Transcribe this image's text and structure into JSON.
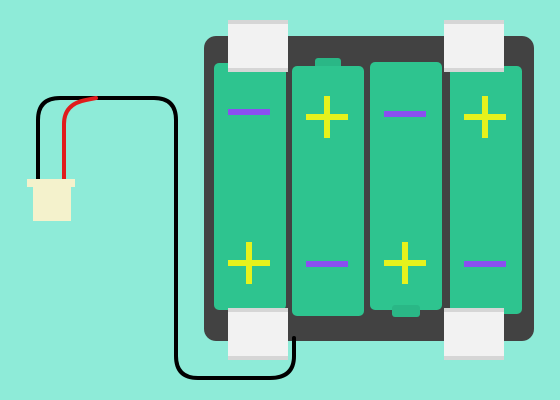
{
  "colors": {
    "background": "#8eebd8",
    "holder": "#424242",
    "battery": "#2ec48f",
    "battery_cap": "#2ab786",
    "plus_sign": "#e6f21c",
    "minus_sign": "#8a4ff0",
    "clip": "#f2f2f2",
    "clip_shade": "#d6d6d6",
    "wire_black": "#000000",
    "wire_red": "#e01c1c",
    "connector": "#f4f2cc"
  },
  "holder": {
    "battery_count": 4,
    "batteries": [
      {
        "top_terminal": "minus",
        "bottom_terminal": "plus"
      },
      {
        "top_terminal": "plus",
        "bottom_terminal": "minus"
      },
      {
        "top_terminal": "minus",
        "bottom_terminal": "plus"
      },
      {
        "top_terminal": "plus",
        "bottom_terminal": "minus"
      }
    ]
  },
  "wires": [
    "black",
    "red"
  ],
  "connector": {
    "icon": "jst-connector-icon"
  }
}
